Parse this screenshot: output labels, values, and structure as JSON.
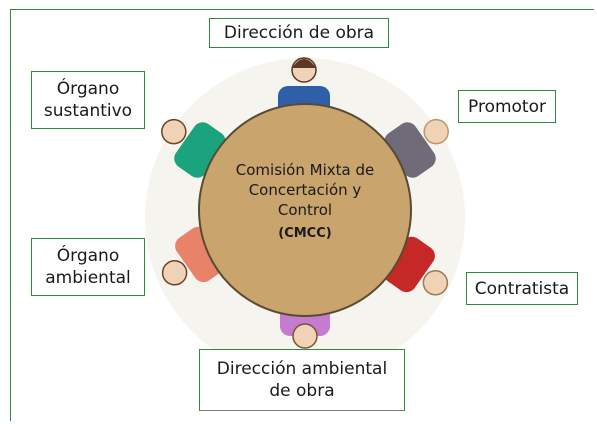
{
  "diagram": {
    "center": {
      "line1": "Comisión Mixta de",
      "line2": "Concertación y",
      "line3": "Control",
      "acronym": "(CMCC)"
    },
    "labels": {
      "top": "Dirección de obra",
      "promoter": "Promotor",
      "contractor": "Contratista",
      "bottom_line1": "Dirección ambiental",
      "bottom_line2": "de obra",
      "environmental_line1": "Órgano",
      "environmental_line2": "ambiental",
      "substantive_line1": "Órgano",
      "substantive_line2": "sustantivo"
    },
    "colors": {
      "border": "#2e8b3a",
      "table": "#c9a46c",
      "top_person": "#2f5fa8",
      "promoter_person": "#6f6b79",
      "contractor_person": "#c62828",
      "bottom_person": "#c47bd0",
      "environmental_person": "#e8836a",
      "substantive_person": "#1aa37c"
    }
  }
}
